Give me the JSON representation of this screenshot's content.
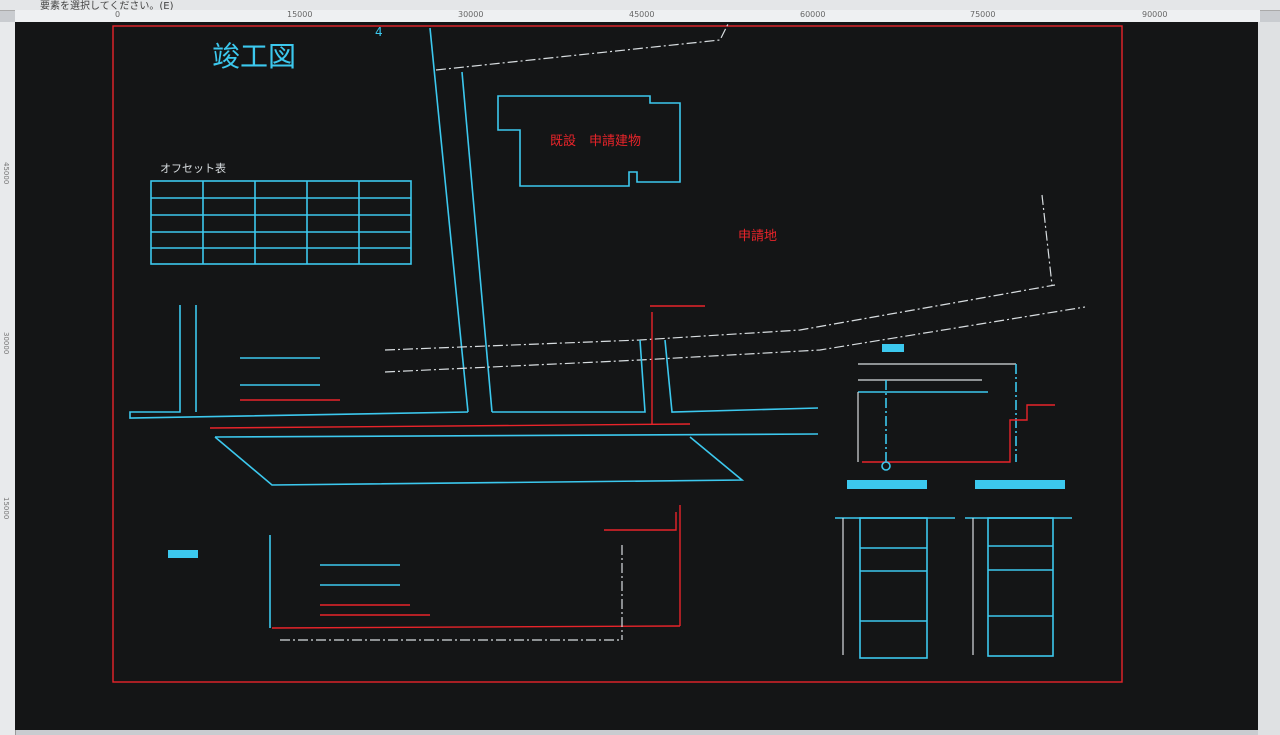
{
  "status_bar": {
    "message": "要素を選択してください。(E)"
  },
  "ruler": {
    "horizontal_ticks": [
      "0",
      "15000",
      "30000",
      "45000",
      "60000",
      "75000",
      "90000"
    ],
    "vertical_ticks": [
      "45000",
      "30000",
      "15000"
    ]
  },
  "drawing": {
    "title": "竣工図",
    "north_mark": "4",
    "offset_table_title": "オフセット表",
    "existing_building_label": "既設　申請建物",
    "site_label": "申請地"
  },
  "colors": {
    "canvas": "#141516",
    "cyan": "#3cc8ee",
    "red": "#e8242a",
    "border": "#e8242a"
  }
}
